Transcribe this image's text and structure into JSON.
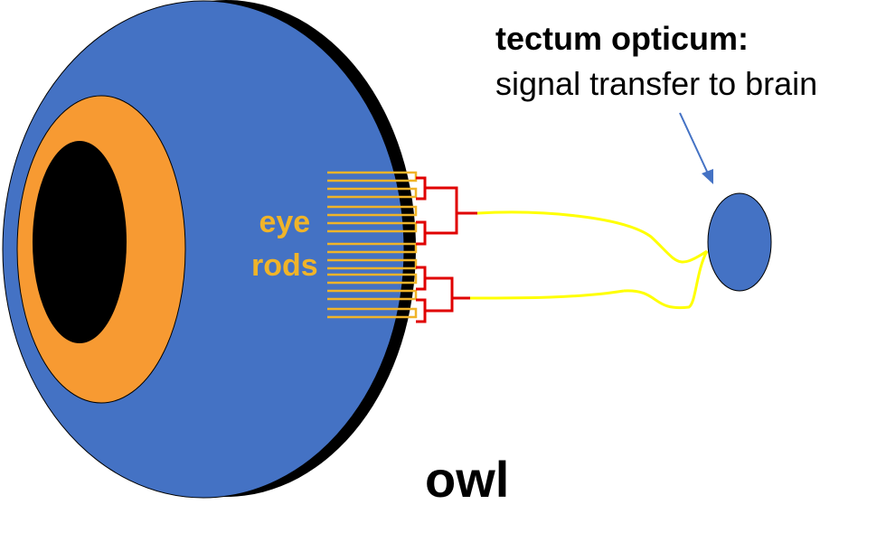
{
  "labels": {
    "tectum_title": "tectum opticum:",
    "tectum_desc": "signal transfer to brain",
    "rods_line1": "eye",
    "rods_line2": "rods",
    "animal": "owl"
  },
  "colors": {
    "eyeball": "#4472C4",
    "eyeball_shadow": "#000000",
    "iris": "#F79A32",
    "pupil": "#000000",
    "rods": "#F0B429",
    "connectors": "#E00000",
    "nerves": "#FFFF00",
    "arrow": "#4472C4",
    "tectum": "#4472C4"
  }
}
